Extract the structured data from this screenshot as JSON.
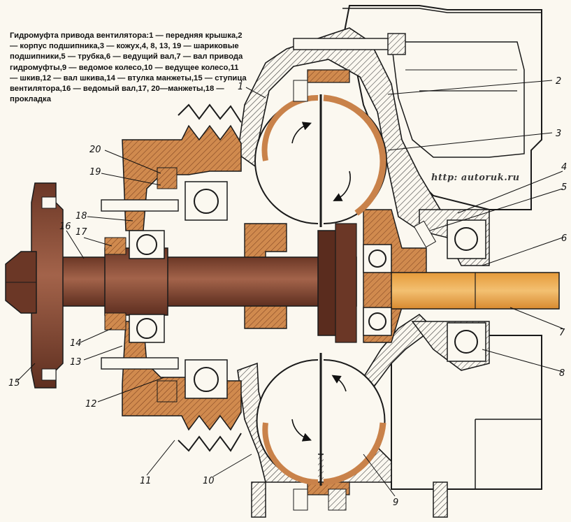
{
  "caption": "Гидромуфта привода вентилятора:1 — передняя крышка,2 — корпус подшипника,3 — кожух,4, 8, 13, 19 — шариковые подшипники,5 — трубка,6 — ведущий вал,7 — вал привода гидромуфты,9 — ведомое колесо,10 — ведущее колесо,11 — шкив,12 — вал шкива,14 — втулка манжеты,15 — ступица вентилятора,16 — ведомый вал,17, 20—манжеты,18 — прокладка",
  "watermark": "http: autoruk.ru",
  "labels": [
    "1",
    "2",
    "3",
    "4",
    "5",
    "6",
    "7",
    "8",
    "9",
    "10",
    "11",
    "12",
    "13",
    "14",
    "15",
    "16",
    "17",
    "18",
    "19",
    "20"
  ],
  "colors": {
    "shaft": "#8a4e36",
    "bronze": "#c9824a",
    "ochre": "#e6b468",
    "housing_line": "#1a1a1a",
    "shaft7": "#eda84e"
  }
}
